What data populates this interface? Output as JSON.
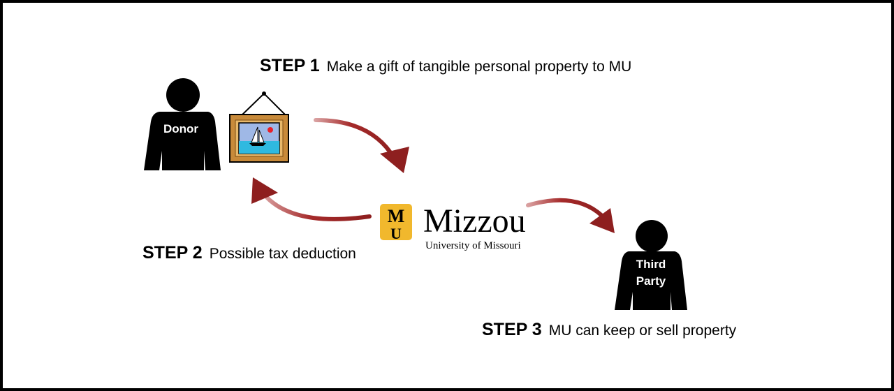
{
  "steps": [
    {
      "num": "STEP 1",
      "desc": "Make a gift of tangible personal property to MU"
    },
    {
      "num": "STEP 2",
      "desc": "Possible tax deduction"
    },
    {
      "num": "STEP 3",
      "desc": "MU can keep or sell property"
    }
  ],
  "people": {
    "donor": "Donor",
    "third_party_line1": "Third",
    "third_party_line2": "Party"
  },
  "logo": {
    "wordmark": "Mizzou",
    "subtitle": "University of Missouri"
  },
  "colors": {
    "arrow": "#a52a2a",
    "logo_gold": "#f1b82d",
    "frame_wood": "#c88a3a",
    "sky": "#9fb8e6",
    "water": "#2fb9e0",
    "sun": "#e8202a"
  }
}
